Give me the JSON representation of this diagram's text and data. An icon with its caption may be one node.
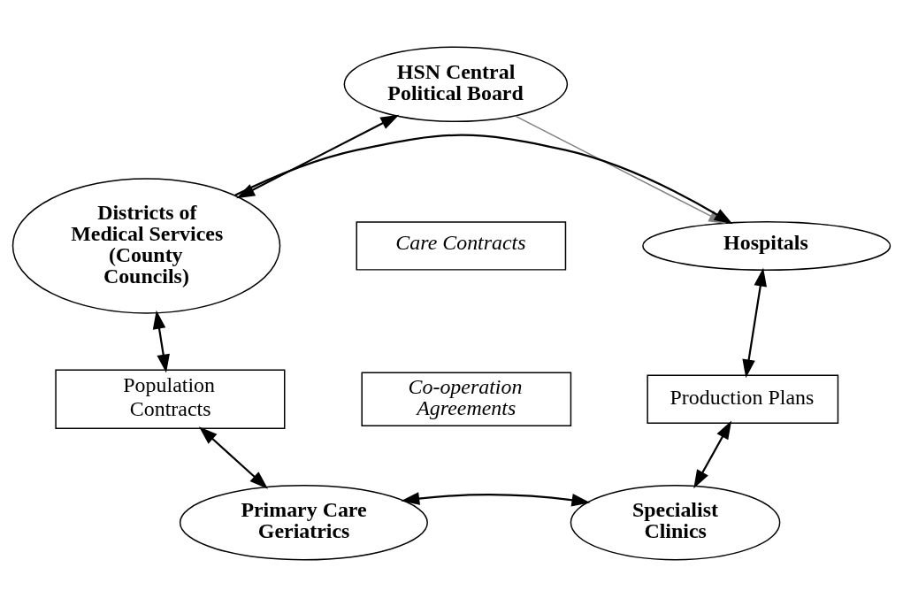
{
  "diagram": {
    "nodes": [
      {
        "text": [
          "HSN Central Political Board"
        ]
      },
      {
        "text": [
          "Districts of Medical Services (County Councils)"
        ]
      },
      {
        "text": [
          "Care Contracts"
        ]
      },
      {
        "text": [
          "Hospitals"
        ]
      },
      {
        "text": [
          "Population Contracts"
        ]
      },
      {
        "text": [
          "Production Plans"
        ]
      },
      {
        "text": [
          "Co-operation Agreements"
        ]
      },
      {
        "text": [
          "Primary Care Geriatrics"
        ]
      },
      {
        "text": [
          "Specialist Clinics"
        ]
      }
    ],
    "edges": [
      {
        "from": 0,
        "to": 1,
        "arrow": "both"
      },
      {
        "from": 0,
        "to": 3,
        "arrow": "to",
        "color": "#808080"
      },
      {
        "from": 1,
        "to": 3,
        "arrow": "to"
      },
      {
        "from": 1,
        "to": 4,
        "arrow": "both"
      },
      {
        "from": 3,
        "to": 5,
        "arrow": "both"
      },
      {
        "from": 4,
        "to": 7,
        "arrow": "both"
      },
      {
        "from": 5,
        "to": 8,
        "arrow": "both"
      },
      {
        "from": 7,
        "to": 8,
        "arrow": "both"
      }
    ]
  }
}
